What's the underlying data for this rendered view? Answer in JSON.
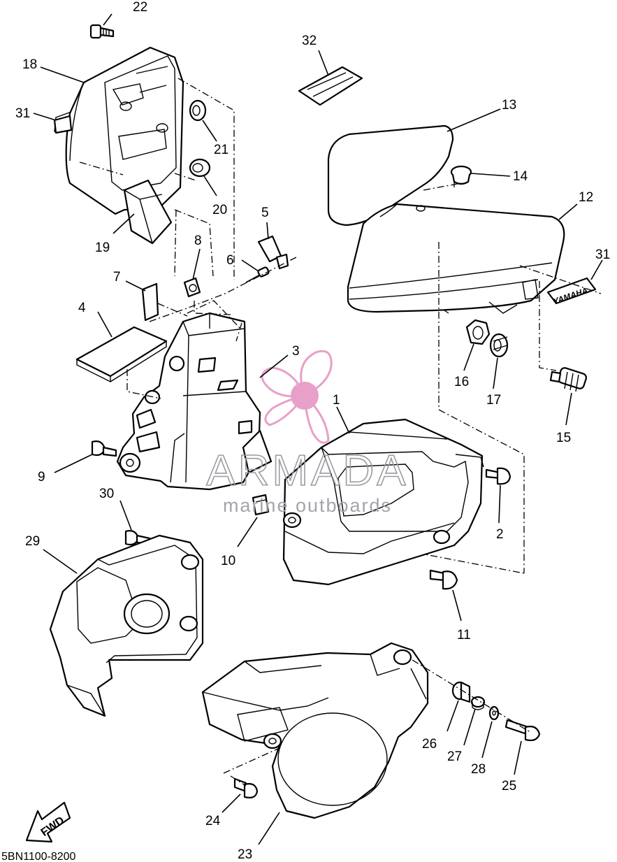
{
  "diagram_code": "5BN1100-8200",
  "fwd_label": "FWD",
  "badge_text": "YAMAHA",
  "watermark": {
    "title": "ARMADA",
    "subtitle": "marine outboards",
    "accent": "#e8a0c8"
  },
  "callouts": {
    "p1": "1",
    "p2": "2",
    "p3": "3",
    "p4": "4",
    "p5": "5",
    "p6": "6",
    "p7": "7",
    "p8": "8",
    "p9": "9",
    "p10": "10",
    "p11": "11",
    "p12": "12",
    "p13": "13",
    "p14": "14",
    "p15": "15",
    "p16": "16",
    "p17": "17",
    "p18": "18",
    "p19": "19",
    "p20": "20",
    "p21": "21",
    "p22": "22",
    "p23": "23",
    "p24": "24",
    "p25": "25",
    "p26": "26",
    "p27": "27",
    "p28": "28",
    "p29": "29",
    "p30": "30",
    "p31a": "31",
    "p31b": "31",
    "p32": "32"
  }
}
